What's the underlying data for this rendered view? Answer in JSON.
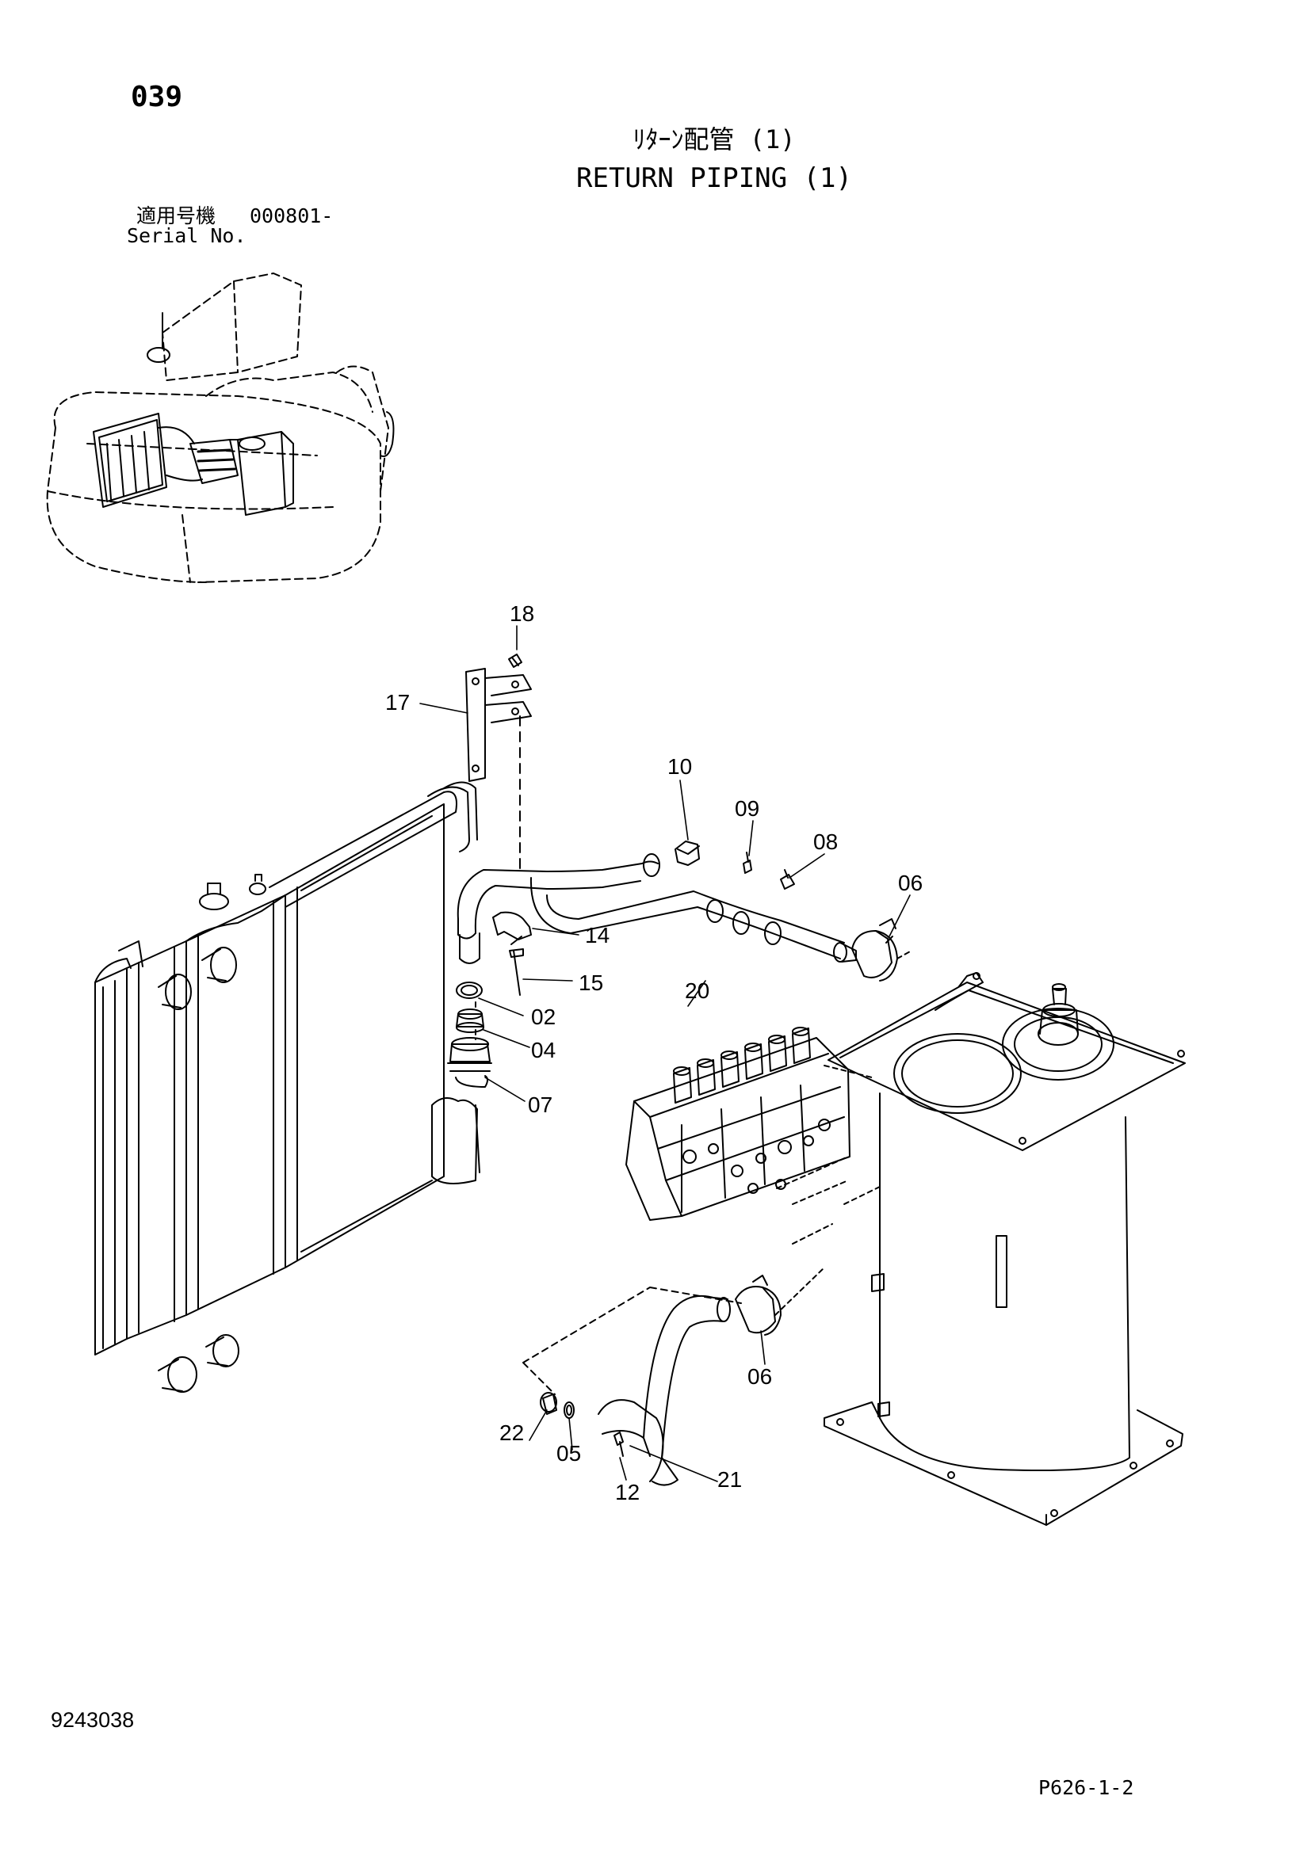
{
  "header": {
    "page_number": "039",
    "title_jp": "ﾘﾀｰﾝ配管 (1)",
    "title_en": "RETURN PIPING (1)",
    "serial_label_jp": "適用号機",
    "serial_value": "000801-",
    "serial_label_en": "Serial No."
  },
  "callouts": [
    {
      "id": "18",
      "label": "18"
    },
    {
      "id": "17",
      "label": "17"
    },
    {
      "id": "10",
      "label": "10"
    },
    {
      "id": "09",
      "label": "09"
    },
    {
      "id": "08",
      "label": "08"
    },
    {
      "id": "06a",
      "label": "06"
    },
    {
      "id": "14",
      "label": "14"
    },
    {
      "id": "15",
      "label": "15"
    },
    {
      "id": "20",
      "label": "20"
    },
    {
      "id": "02",
      "label": "02"
    },
    {
      "id": "04",
      "label": "04"
    },
    {
      "id": "07",
      "label": "07"
    },
    {
      "id": "06b",
      "label": "06"
    },
    {
      "id": "22",
      "label": "22"
    },
    {
      "id": "05",
      "label": "05"
    },
    {
      "id": "21",
      "label": "21"
    },
    {
      "id": "12",
      "label": "12"
    }
  ],
  "footer": {
    "document_number": "9243038",
    "sheet_reference": "P626-1-2"
  }
}
